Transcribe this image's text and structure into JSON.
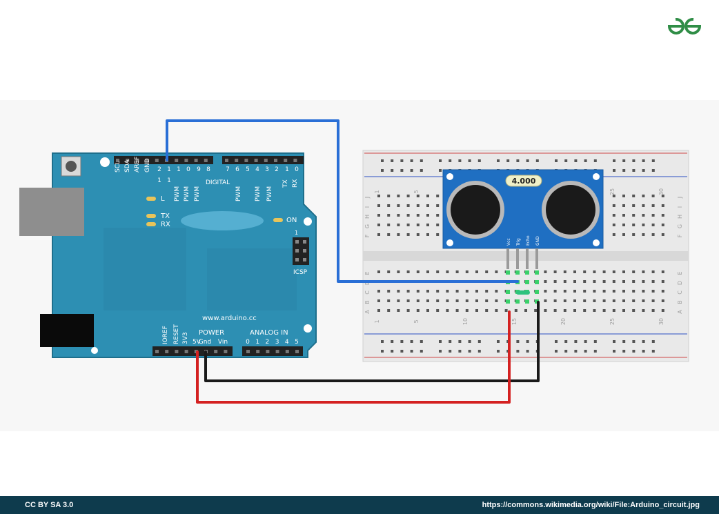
{
  "logo": {
    "name": "geeksforgeeks-logo",
    "color": "#2f8d46"
  },
  "arduino": {
    "header_top_labels": [
      "SCL",
      "SDA",
      "AREF",
      "GND",
      "2",
      "1",
      "1",
      "0",
      "9",
      "8",
      "7",
      "6",
      "5",
      "4",
      "3",
      "2",
      "1",
      "0"
    ],
    "header_top_labels_row2": [
      "1",
      "1",
      "PWM",
      "PWM",
      "PWM",
      "TX",
      "RX"
    ],
    "digital_label": "DIGITAL",
    "led_l": "L",
    "led_tx": "TX",
    "led_rx": "RX",
    "led_on": "ON",
    "icsp_label": "ICSP",
    "icsp_pin_1": "1",
    "url": "www.arduino.cc",
    "power_label": "POWER",
    "analog_label": "ANALOG IN",
    "power_pins": [
      "IOREF",
      "RESET",
      "3V3",
      "5V",
      "Gnd",
      "Vin"
    ],
    "analog_pins": [
      "0",
      "1",
      "2",
      "3",
      "4",
      "5"
    ],
    "board_color": "#2d8fb3"
  },
  "sensor": {
    "display": "4.000",
    "pins": [
      "Vcc",
      "Trig",
      "Echo",
      "GND"
    ],
    "board_color": "#1f6fc2"
  },
  "breadboard": {
    "column_numbers": [
      "1",
      "5",
      "10",
      "15",
      "20",
      "25",
      "30"
    ],
    "row_letters_top": [
      "J",
      "I",
      "H",
      "G",
      "F"
    ],
    "row_letters_bottom": [
      "E",
      "D",
      "C",
      "B",
      "A"
    ]
  },
  "wires": {
    "trig_color": "#2a6fd6",
    "power_color": "#d42121",
    "ground_color": "#1a1a1a"
  },
  "footer": {
    "license": "CC BY SA 3.0",
    "source": "https://commons.wikimedia.org/wiki/File:Arduino_circuit.jpg"
  }
}
